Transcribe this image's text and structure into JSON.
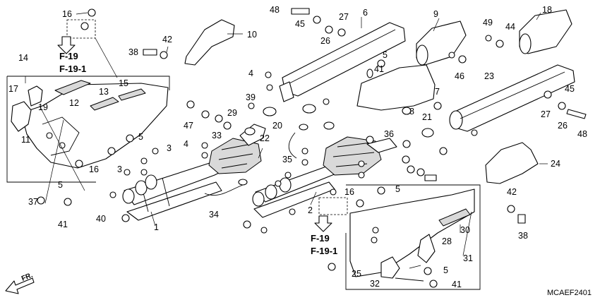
{
  "diagram_code": "MCAEF2401",
  "front_marker": "FR.",
  "refs": {
    "left_a": "F-19",
    "left_b": "F-19-1",
    "right_a": "F-19",
    "right_b": "F-19-1"
  },
  "part_numbers": [
    "16",
    "42",
    "38",
    "10",
    "48",
    "45",
    "26",
    "27",
    "6",
    "9",
    "49",
    "44",
    "18",
    "5",
    "41",
    "14",
    "17",
    "12",
    "13",
    "15",
    "19",
    "11",
    "4",
    "47",
    "39",
    "29",
    "33",
    "22",
    "20",
    "46",
    "7",
    "8",
    "21",
    "23",
    "45",
    "27",
    "26",
    "48",
    "3",
    "24",
    "1",
    "2",
    "34",
    "35",
    "36",
    "37",
    "40",
    "25",
    "28",
    "30",
    "31",
    "32",
    "16",
    "5",
    "41",
    "4",
    "5",
    "3",
    "5",
    "16",
    "42",
    "38",
    "5",
    "41"
  ],
  "colors": {
    "line": "#000000",
    "shade": "#d9d9d9",
    "background": "#ffffff"
  }
}
